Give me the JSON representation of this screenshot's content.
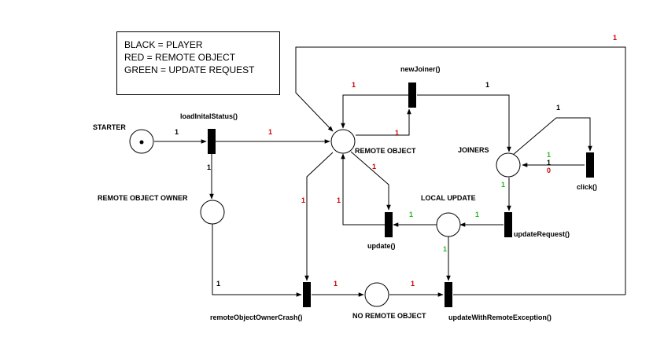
{
  "legend": {
    "player": "BLACK = PLAYER",
    "remote_object": "RED = REMOTE OBJECT",
    "update_request": "GREEN = UPDATE REQUEST"
  },
  "colors": {
    "black": "#000000",
    "red": "#cc0000",
    "green": "#22bb22"
  },
  "places": {
    "starter": "STARTER",
    "remote_object": "REMOTE OBJECT",
    "remote_object_owner": "REMOTE OBJECT OWNER",
    "joiners": "JOINERS",
    "local_update": "LOCAL UPDATE",
    "no_remote_object": "NO REMOTE OBJECT"
  },
  "transitions": {
    "load_initial_status": "loadInitalStatus()",
    "new_joiner": "newJoiner()",
    "click": "click()",
    "update_request": "updateRequest()",
    "update": "update()",
    "remote_object_owner_crash": "remoteObjectOwnerCrash()",
    "update_with_remote_exception": "updateWithRemoteException()"
  },
  "arc_weights": {
    "starter_to_load": "1",
    "load_to_remote": "1",
    "load_to_owner": "1",
    "remote_to_newjoiner": "1",
    "newjoiner_to_remote": "1",
    "newjoiner_to_joiners": "1",
    "joiners_to_click": "1",
    "click_green": "1",
    "click_black": "1",
    "click_red": "0",
    "remote_to_update": "1",
    "update_to_remote": "1",
    "remote_to_crash": "1",
    "joiners_to_updreq": "1",
    "updreq_to_local": "1",
    "local_to_update": "1",
    "local_to_updexc": "1",
    "owner_to_crash": "1",
    "crash_to_noremote": "1",
    "noremote_to_updexc": "1",
    "updexc_loop": "1"
  }
}
